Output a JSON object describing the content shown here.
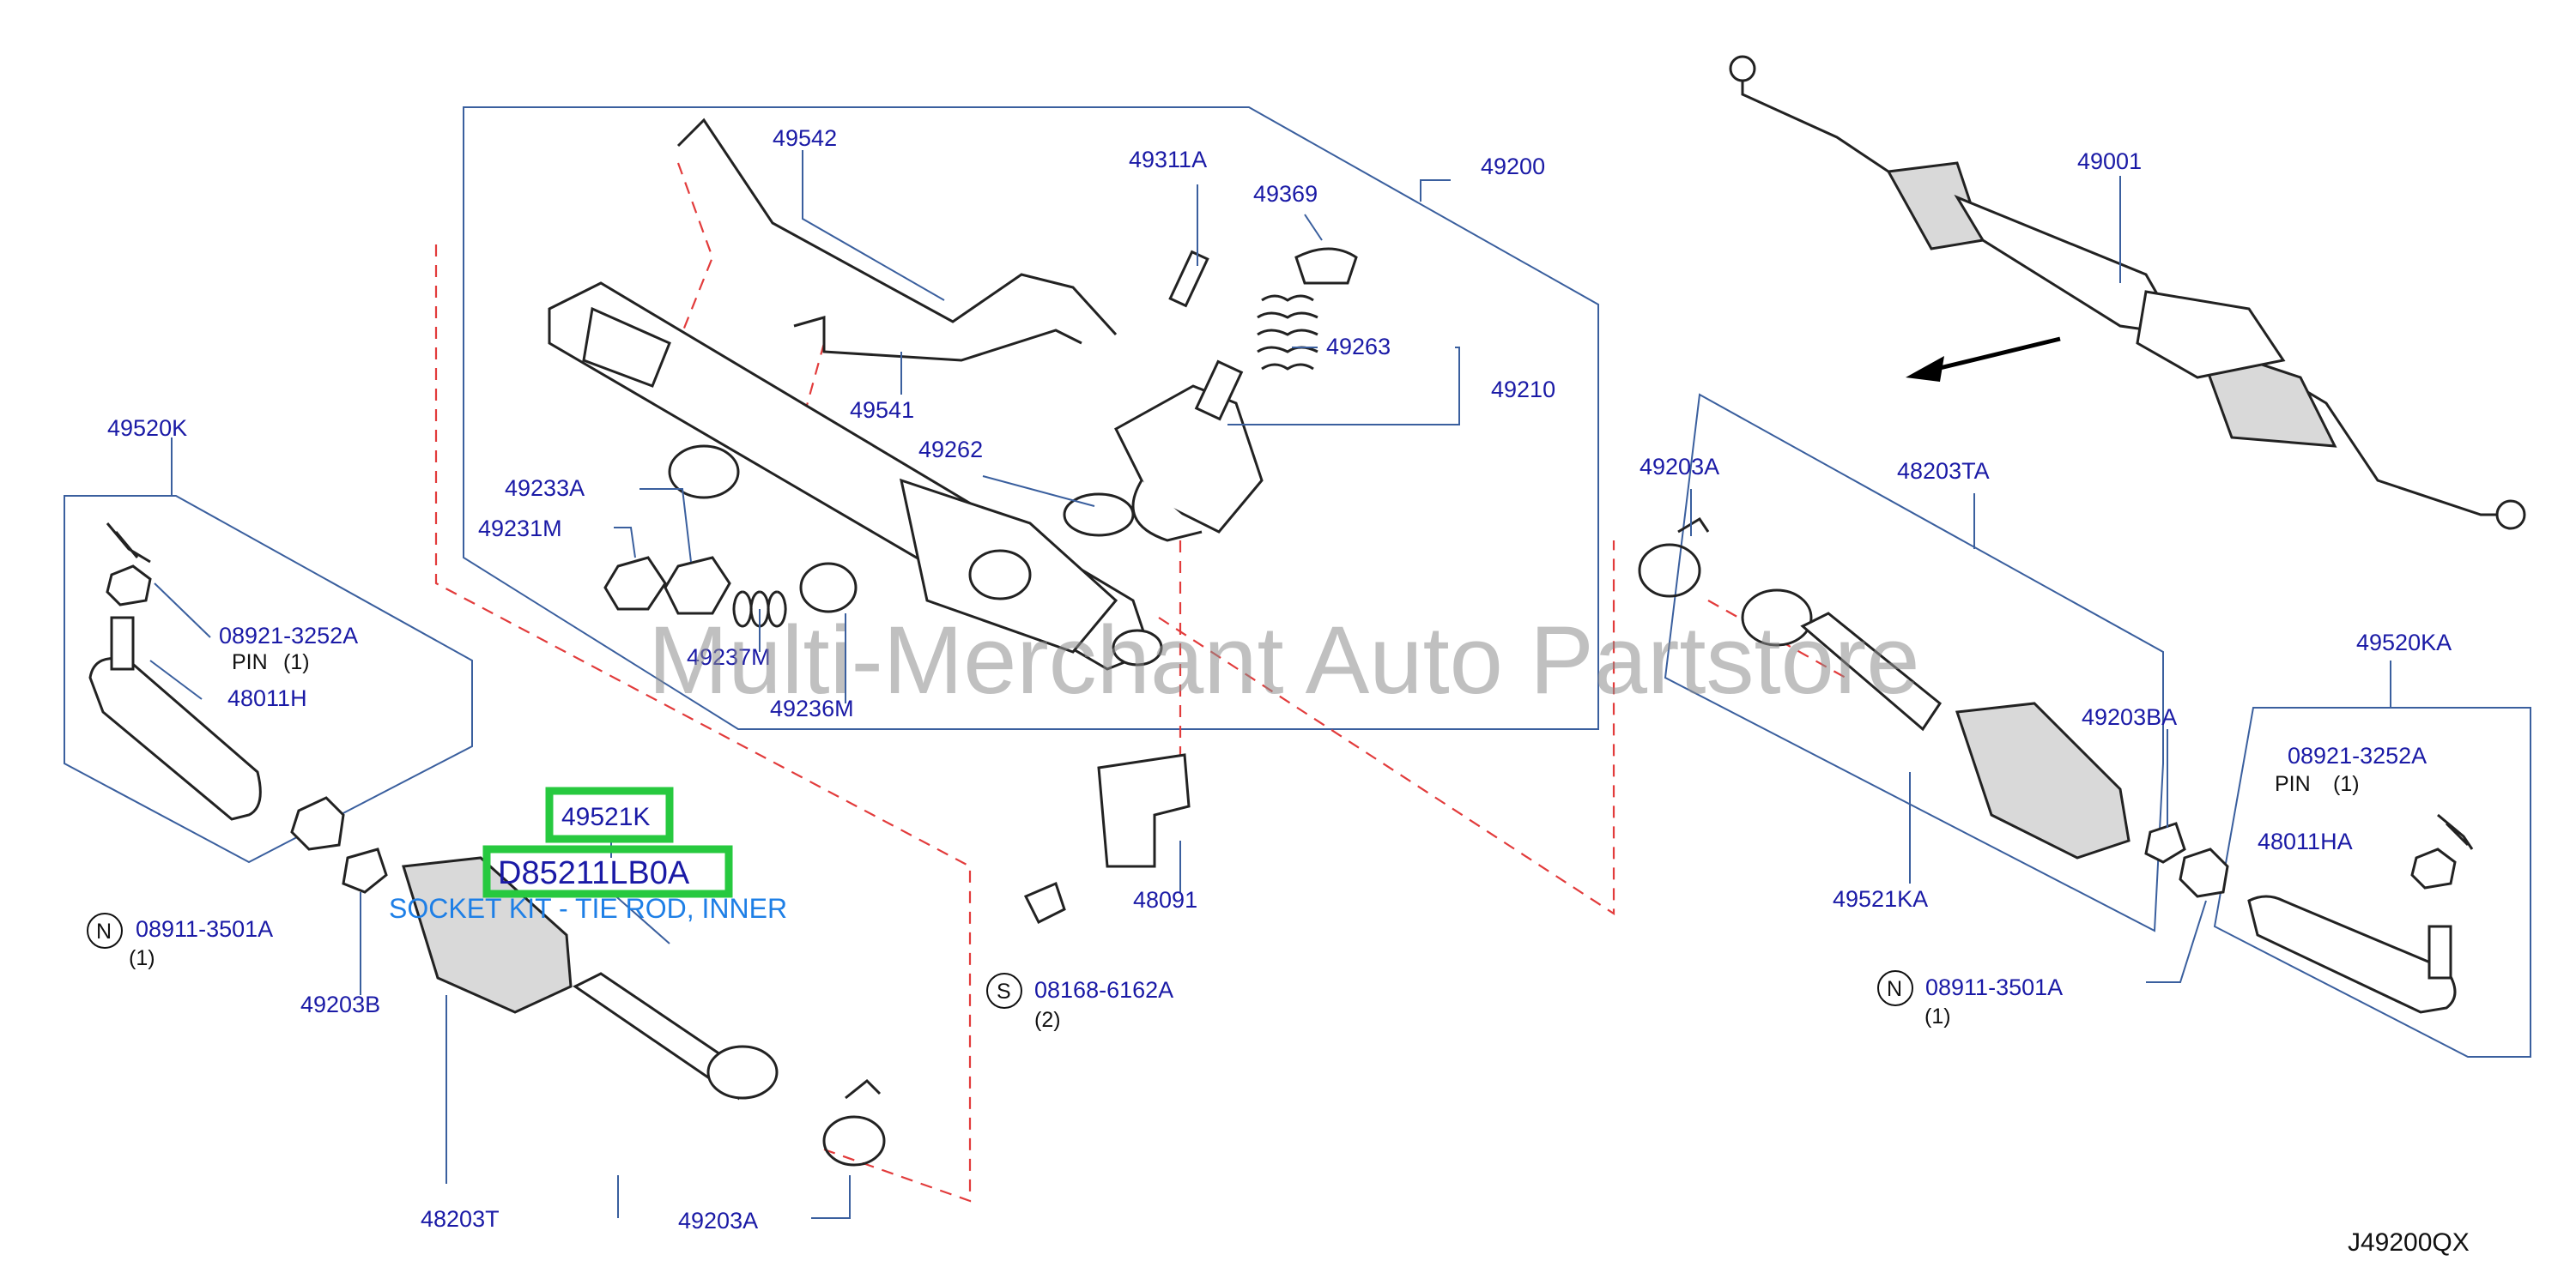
{
  "watermark": "Multi-Merchant Auto Partstore",
  "diagram_code": "J49200QX",
  "highlight": {
    "part_no": "49521K",
    "oem_no": "D85211LB0A",
    "description": "SOCKET KIT - TIE ROD, INNER"
  },
  "callouts": {
    "c49542": "49542",
    "c49311A": "49311A",
    "c49200": "49200",
    "c49001": "49001",
    "c49369": "49369",
    "c49263": "49263",
    "c49210": "49210",
    "c49541": "49541",
    "c49262": "49262",
    "c49520K": "49520K",
    "c49233A": "49233A",
    "c49231M": "49231M",
    "c49237M": "49237M",
    "c49236M": "49236M",
    "c48011H": "48011H",
    "c49203A_r": "49203A",
    "c48203TA": "48203TA",
    "c49203BA": "49203BA",
    "c49520KA": "49520KA",
    "c48011HA": "48011HA",
    "c49521KA": "49521KA",
    "c48091": "48091",
    "c49203B": "49203B",
    "c48203T": "48203T",
    "c49203A_b": "49203A"
  },
  "notes": {
    "pin_no_l": "08921-3252A",
    "pin_l": "PIN",
    "pin_qty_l": "(1)",
    "nut_no_l": "08911-3501A",
    "nut_qty_l": "(1)",
    "bolt_no": "08168-6162A",
    "bolt_qty": "(2)",
    "nut_no_r": "08911-3501A",
    "nut_qty_r": "(1)",
    "pin_no_r": "08921-3252A",
    "pin_r": "PIN",
    "pin_qty_r": "(1)",
    "sym_n": "N",
    "sym_s": "S"
  }
}
